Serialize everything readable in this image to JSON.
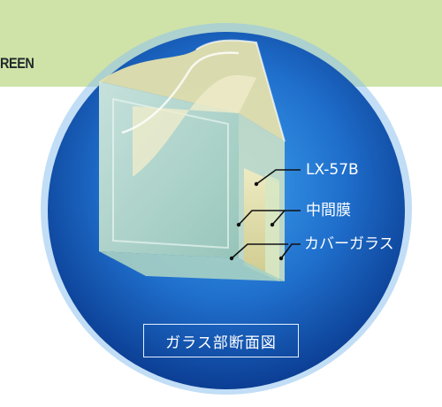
{
  "banner": {
    "text": "REEN",
    "color": "#cfe3a8"
  },
  "diagram": {
    "labels": {
      "lx57b": "LX-57B",
      "interlayer": "中間膜",
      "cover_glass": "カバーガラス"
    },
    "caption": "ガラス部断面図",
    "colors": {
      "circle_center": "#2f8fe0",
      "circle_edge": "#0b3f99",
      "glass": "#b9dcd0",
      "film": "#e6e2b0"
    }
  }
}
